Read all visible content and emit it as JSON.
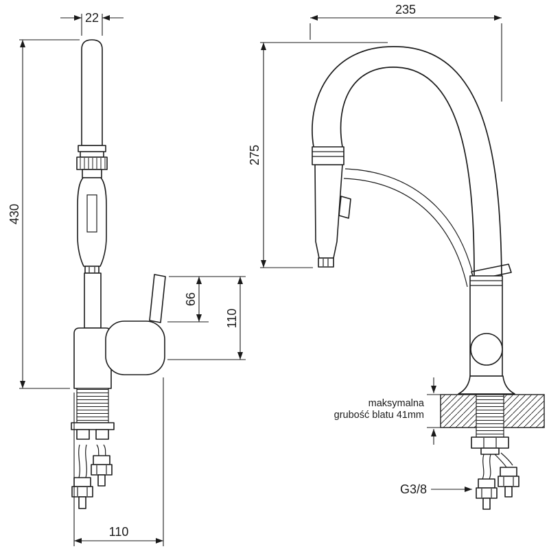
{
  "colors": {
    "line": "#1a1a1a",
    "background": "#ffffff"
  },
  "front_view": {
    "dim_spout_width": "22",
    "dim_total_height": "430",
    "dim_upper": "66",
    "dim_lower": "110",
    "dim_footprint": "110"
  },
  "side_view": {
    "dim_reach": "235",
    "dim_arc_height": "275",
    "countertop_note_line1": "maksymalna",
    "countertop_note_line2": "grubość blatu 41mm",
    "thread_size": "G3/8"
  }
}
